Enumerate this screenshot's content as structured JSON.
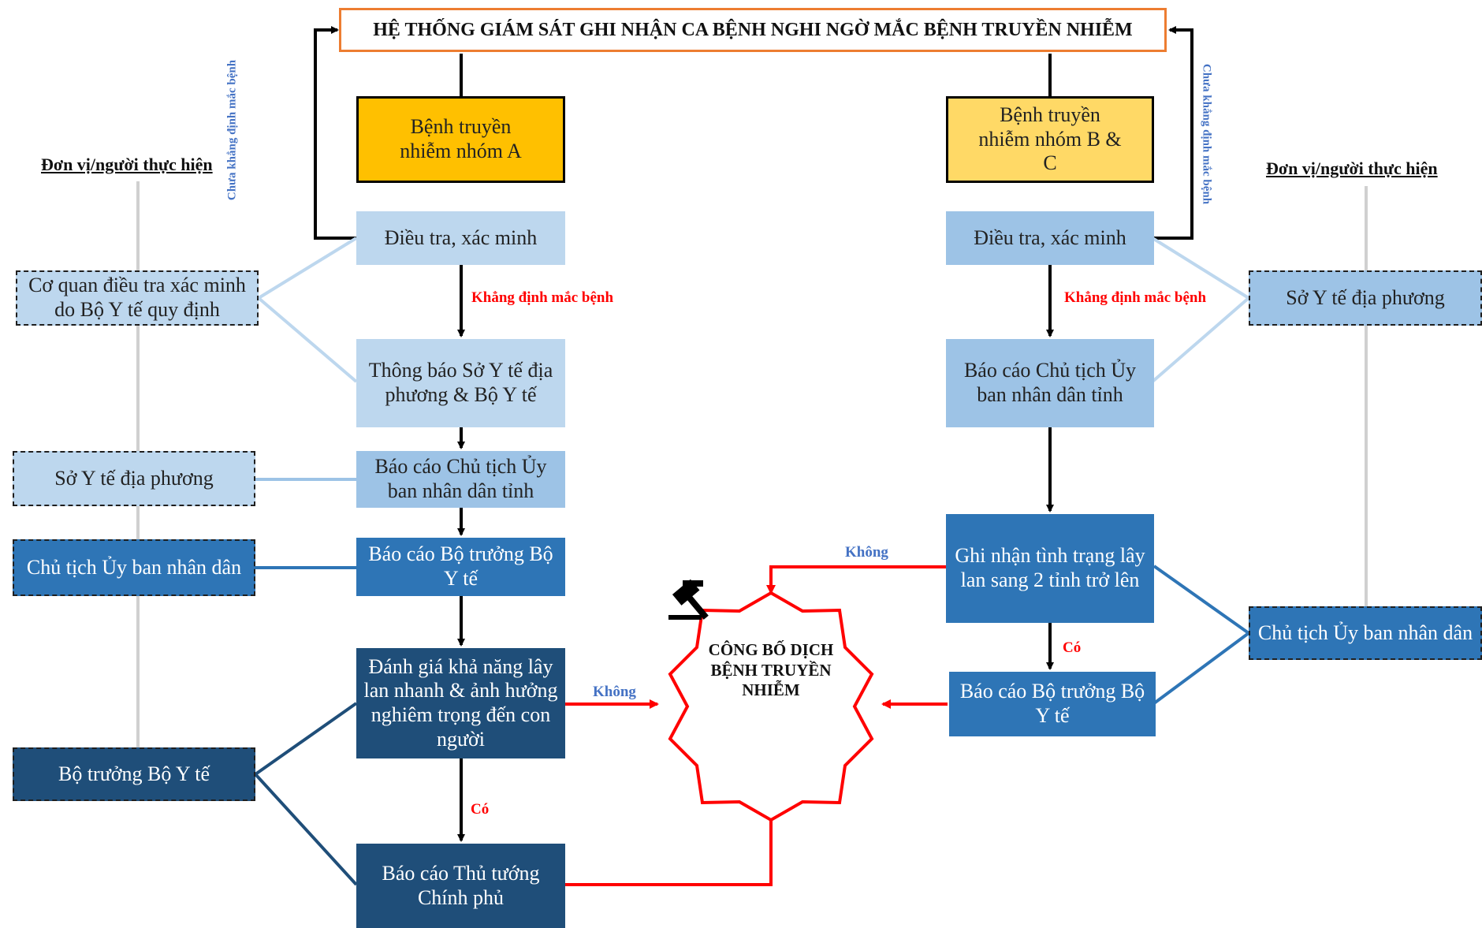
{
  "title": "HỆ THỐNG GIÁM SÁT GHI NHẬN CA BỆNH NGHI NGỜ MẮC BỆNH TRUYỀN NHIỄM",
  "left_header": "Đơn vị/người thực hiện",
  "right_header": "Đơn vị/người thực hiện",
  "left_flow": {
    "group": "Bệnh truyền nhiễm nhóm A",
    "investigate": "Điều tra, xác minh",
    "notify": "Thông báo Sở Y tế địa phương & Bộ Y tế",
    "report_chair": "Báo cáo Chủ tịch Ủy ban nhân dân tỉnh",
    "report_minister": "Báo cáo Bộ trưởng Bộ Y tế",
    "evaluate": "Đánh giá khả năng lây lan nhanh & ảnh hưởng nghiêm trọng đến con người",
    "report_pm": "Báo cáo Thủ tướng Chính phủ"
  },
  "right_flow": {
    "group": "Bệnh truyền nhiễm nhóm B & C",
    "investigate": "Điều tra, xác minh",
    "report_chair": "Báo cáo Chủ tịch Ủy ban nhân dân tỉnh",
    "spread": "Ghi nhận tình trạng lây lan sang 2 tỉnh trở lên",
    "report_minister": "Báo cáo Bộ trưởng Bộ Y tế"
  },
  "left_actors": {
    "investigator": "Cơ quan điều tra xác minh do Bộ Y tế quy định",
    "local_health": "Sở Y tế địa phương",
    "chairman": "Chủ tịch Ủy ban nhân dân",
    "minister": "Bộ trưởng Bộ Y tế"
  },
  "right_actors": {
    "local_health": "Sở Y tế địa phương",
    "chairman": "Chủ tịch Ủy ban nhân dân"
  },
  "labels": {
    "not_confirmed_left": "Chưa khẳng định mắc bệnh",
    "not_confirmed_right": "Chưa khẳng định mắc bệnh",
    "confirmed_left": "Khẳng định mắc bệnh",
    "confirmed_right": "Khẳng định mắc bệnh",
    "yes_left": "Có",
    "yes_right": "Có",
    "no_left": "Không",
    "no_right": "Không"
  },
  "announcement": "CÔNG BỐ DỊCH BỆNH TRUYỀN NHIỄM",
  "colors": {
    "title_border": "#ed7d31",
    "group_a": "#ffc000",
    "group_bc": "#ffd966",
    "light_blue": "#bdd7ee",
    "medium_blue": "#9dc3e6",
    "blue": "#2e75b6",
    "dark_blue": "#1f4e79",
    "red": "#ff0000",
    "label_blue": "#4472c4"
  },
  "icons": [
    "gavel-icon"
  ]
}
